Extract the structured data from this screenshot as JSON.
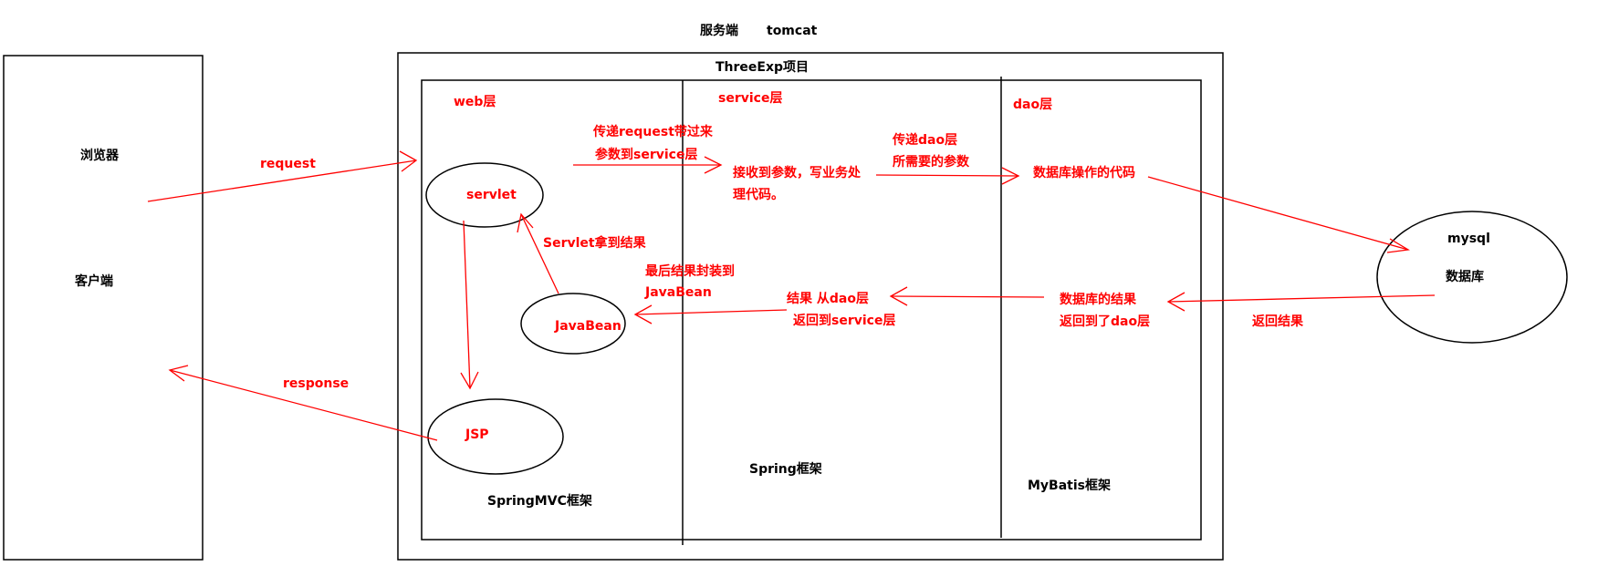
{
  "colors": {
    "ink": "#000000",
    "annotation": "#ff0000"
  },
  "header": {
    "server_label": "服务端",
    "server_name": "tomcat",
    "project_title": "ThreeExp项目"
  },
  "client": {
    "browser": "浏览器",
    "client": "客户端"
  },
  "layers": {
    "web": "web层",
    "service": "service层",
    "dao": "dao层",
    "springmvc": "SpringMVC框架",
    "spring": "Spring框架",
    "mybatis": "MyBatis框架"
  },
  "components": {
    "servlet": "servlet",
    "javabean": "JavaBean",
    "jsp": "JSP",
    "mysql": "mysql",
    "database": "数据库"
  },
  "flow": {
    "request": "request",
    "response": "response",
    "pass_request_1": "传递request带过来",
    "pass_request_2": "参数到service层",
    "service_receive_1": "接收到参数，写业务处",
    "service_receive_2": "理代码。",
    "pass_dao_1": "传递dao层",
    "pass_dao_2": "所需要的参数",
    "db_code": "数据库操作的代码",
    "return_result": "返回结果",
    "db_result_1": "数据库的结果",
    "db_result_2": "返回到了dao层",
    "from_dao_1": "结果  从dao层",
    "from_dao_2": "返回到service层",
    "wrap_1": "最后结果封装到",
    "wrap_2": "JavaBean",
    "servlet_got": "Servlet拿到结果"
  }
}
